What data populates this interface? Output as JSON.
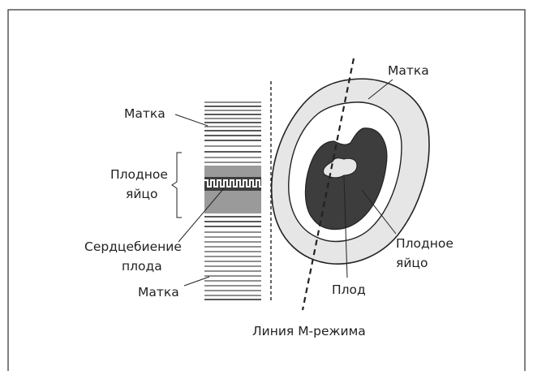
{
  "labels": {
    "uterus_left_top": "Матка",
    "gestational_sac_left_line1": "Плодное",
    "gestational_sac_left_line2": "яйцо",
    "heartbeat_line1": "Сердцебиение",
    "heartbeat_line2": "плода",
    "uterus_left_bottom": "Матка",
    "uterus_right": "Матка",
    "gestational_sac_right_line1": "Плодное",
    "gestational_sac_right_line2": "яйцо",
    "fetus": "Плод",
    "mmode_line": "Линия М-режима"
  },
  "colors": {
    "frame": "#555555",
    "uterus_fill": "#e6e6e6",
    "sac_fill": "#3d3d3d",
    "sac_band": "#9a9a9a",
    "line": "#222222"
  }
}
